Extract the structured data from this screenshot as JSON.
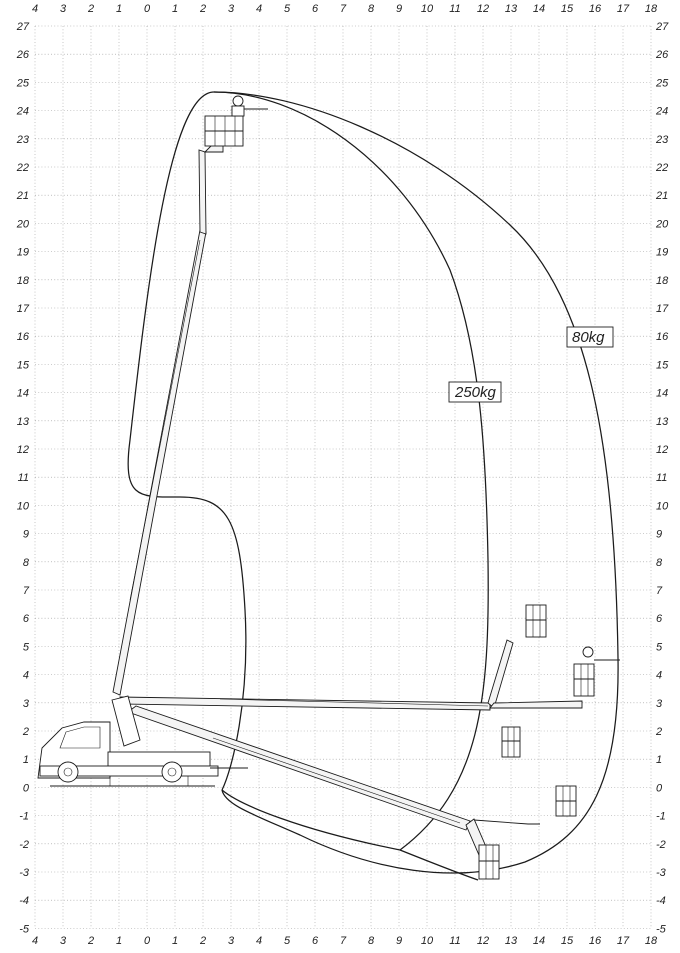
{
  "x_ticks": [
    "4",
    "3",
    "2",
    "1",
    "0",
    "1",
    "2",
    "3",
    "4",
    "5",
    "6",
    "7",
    "8",
    "9",
    "10",
    "11",
    "12",
    "13",
    "14",
    "15",
    "16",
    "17",
    "18"
  ],
  "y_ticks": [
    "27",
    "26",
    "25",
    "24",
    "23",
    "22",
    "21",
    "20",
    "19",
    "18",
    "17",
    "16",
    "15",
    "14",
    "13",
    "12",
    "11",
    "10",
    "9",
    "8",
    "7",
    "6",
    "5",
    "4",
    "3",
    "2",
    "1",
    "0",
    "-1",
    "-2",
    "-3",
    "-4",
    "-5"
  ],
  "labels": {
    "load_250": "250kg",
    "load_80": "80kg"
  },
  "icons": {
    "vehicle": "truck-icon",
    "platform": "basket-icon",
    "operator": "person-icon"
  }
}
